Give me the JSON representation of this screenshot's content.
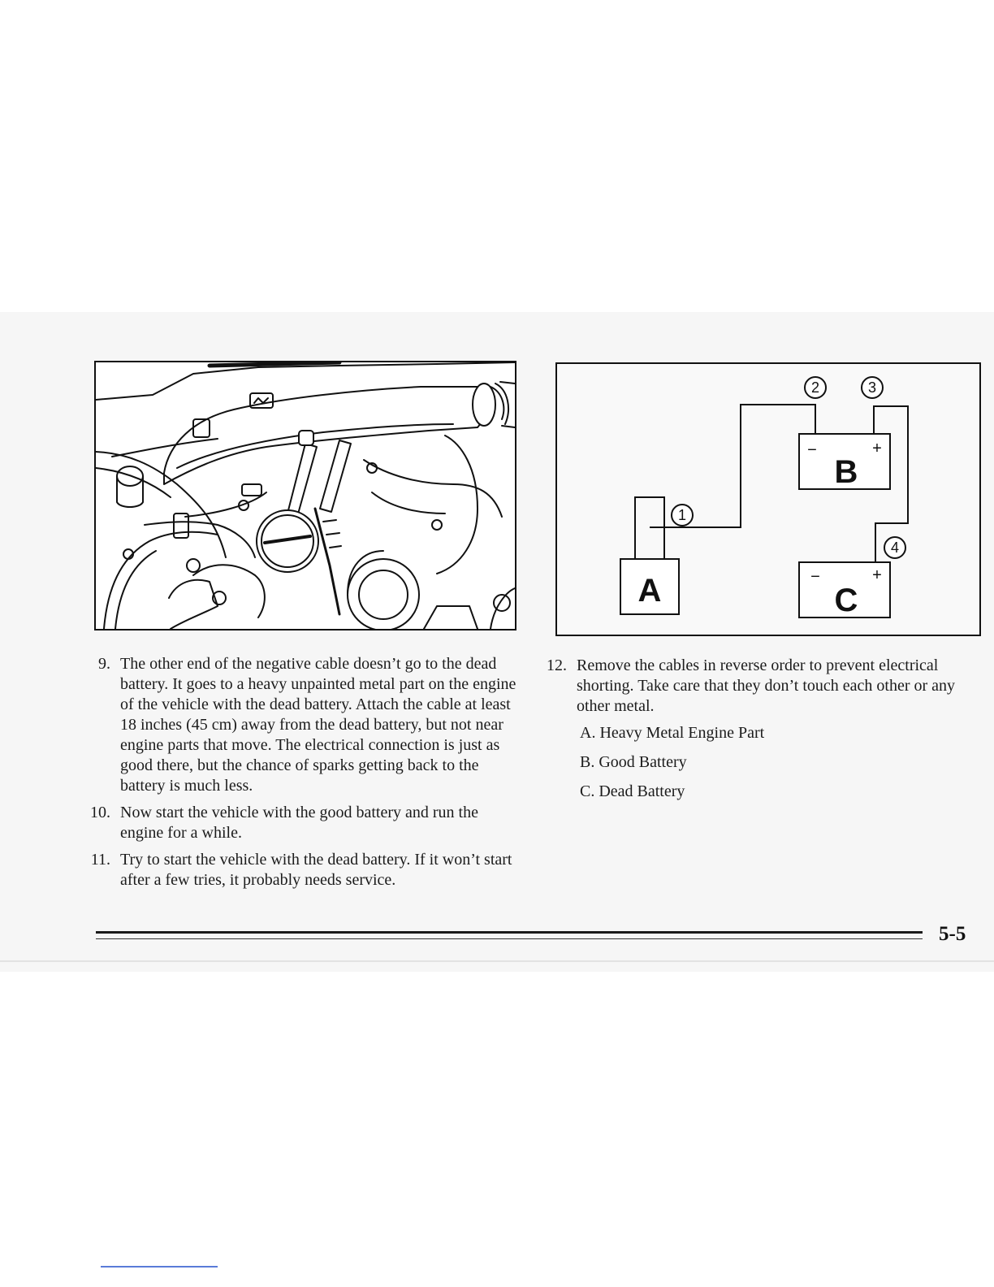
{
  "figure_diagram": {
    "callouts": [
      "1",
      "2",
      "3",
      "4"
    ],
    "boxes": {
      "a": "A",
      "b": "B",
      "c": "C"
    },
    "terminal_minus": "−",
    "terminal_plus": "+"
  },
  "left_steps": [
    {
      "num": "9.",
      "text": "The other end of the negative cable doesn’t go to the dead battery. It goes to a heavy unpainted metal part on the engine of the vehicle with the dead battery. Attach the cable at least 18 inches (45 cm) away from the dead battery, but not near engine parts that move. The electrical connection is just as good there, but the chance of sparks getting back to the battery is much less."
    },
    {
      "num": "10.",
      "text": "Now start the vehicle with the good battery and run the engine for a while."
    },
    {
      "num": "11.",
      "text": "Try to start the vehicle with the dead battery. If it won’t start after a few tries, it probably needs service."
    }
  ],
  "right_steps": [
    {
      "num": "12.",
      "text": "Remove the cables in reverse order to prevent electrical shorting. Take care that they don’t touch each other or any other metal."
    }
  ],
  "legend": [
    "A. Heavy Metal Engine Part",
    "B. Good Battery",
    "C. Dead Battery"
  ],
  "footer": {
    "page_number": "5-5"
  }
}
